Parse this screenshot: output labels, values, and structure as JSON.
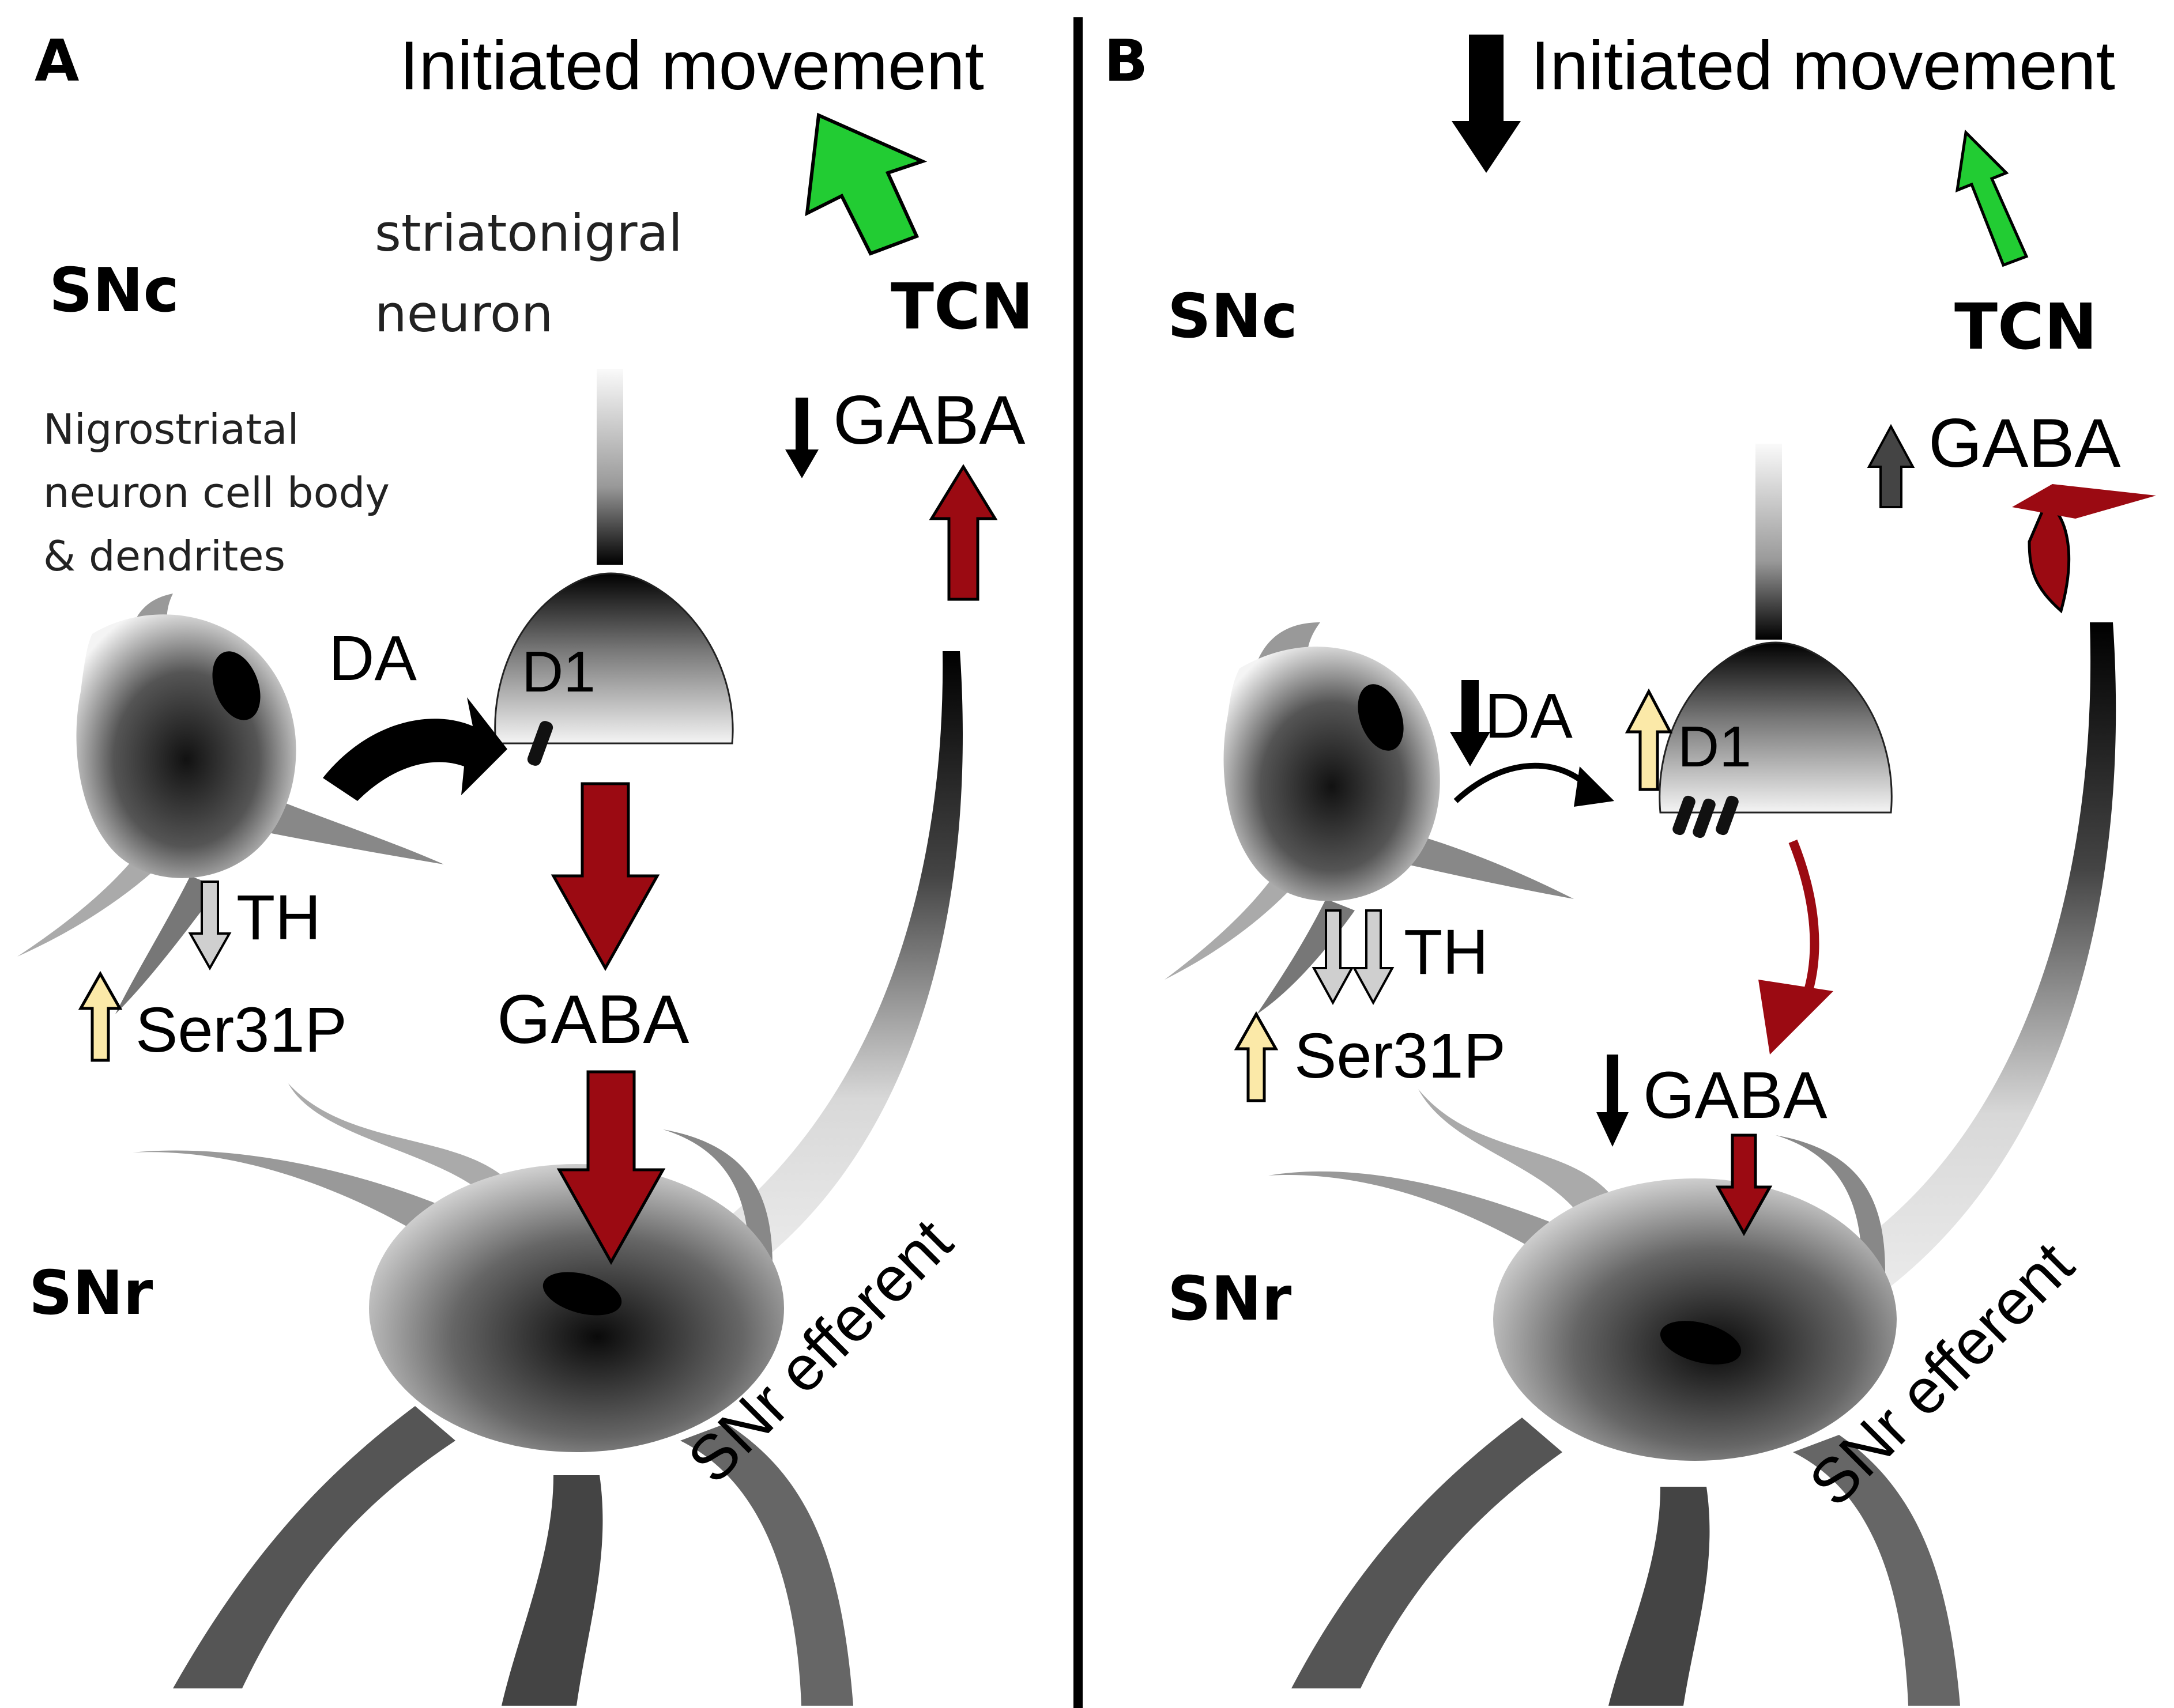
{
  "panel_a": {
    "letter": "A",
    "initiated_movement": "Initiated movement",
    "snc_label": "SNc",
    "snr_label": "SNr",
    "tcn_label": "TCN",
    "striatonigral_line1": "striatonigral",
    "striatonigral_line2": "neuron",
    "nigrostriatal_line1": "Nigrostriatal",
    "nigrostriatal_line2": "neuron cell body",
    "nigrostriatal_line3": "& dendrites",
    "da_label": "DA",
    "d1_label": "D1",
    "th_label": "TH",
    "ser31p_label": "Ser31P",
    "gaba_mid_label": "GABA",
    "gaba_tcn_label": "GABA",
    "snr_efferent_label": "SNr efferent"
  },
  "panel_b": {
    "letter": "B",
    "initiated_movement": "Initiated movement",
    "snc_label": "SNc",
    "snr_label": "SNr",
    "tcn_label": "TCN",
    "da_label": "DA",
    "d1_label": "D1",
    "th_label": "TH",
    "ser31p_label": "Ser31P",
    "gaba_mid_label": "GABA",
    "gaba_tcn_label": "GABA",
    "snr_efferent_label": "SNr efferent"
  },
  "colors": {
    "gaba_arrow": "#9b0a12",
    "movement_arrow": "#22cc33",
    "ser31p_arrow": "#fbe9a8",
    "th_arrow": "#cfcfcf",
    "divider": "#000000"
  }
}
